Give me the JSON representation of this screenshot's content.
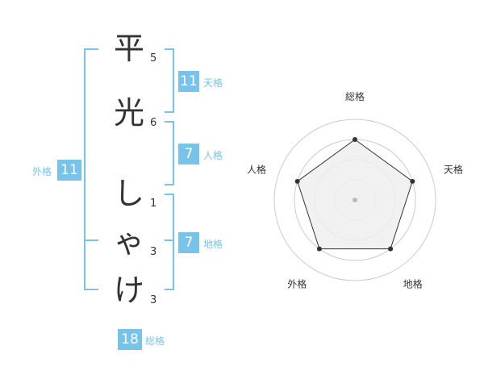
{
  "name": {
    "chars": [
      {
        "char": "平",
        "strokes": "5"
      },
      {
        "char": "光",
        "strokes": "6"
      },
      {
        "char": "し",
        "strokes": "1"
      },
      {
        "char": "ゃ",
        "strokes": "3"
      },
      {
        "char": "け",
        "strokes": "3"
      }
    ]
  },
  "kaku": {
    "tenkaku": {
      "value": "11",
      "label": "天格"
    },
    "jinkaku": {
      "value": "7",
      "label": "人格"
    },
    "chikaku": {
      "value": "7",
      "label": "地格"
    },
    "gaikaku": {
      "value": "11",
      "label": "外格"
    },
    "soukaku": {
      "value": "18",
      "label": "総格"
    }
  },
  "colors": {
    "accent": "#78c3ea",
    "text": "#333333",
    "radar_fill": "#eeeeee",
    "grid": "#cccccc"
  },
  "chart_data": {
    "type": "radar",
    "axes": [
      "総格",
      "天格",
      "地格",
      "外格",
      "人格"
    ],
    "values": [
      3,
      3,
      3,
      3,
      3
    ],
    "max": 4,
    "rings": 4
  }
}
